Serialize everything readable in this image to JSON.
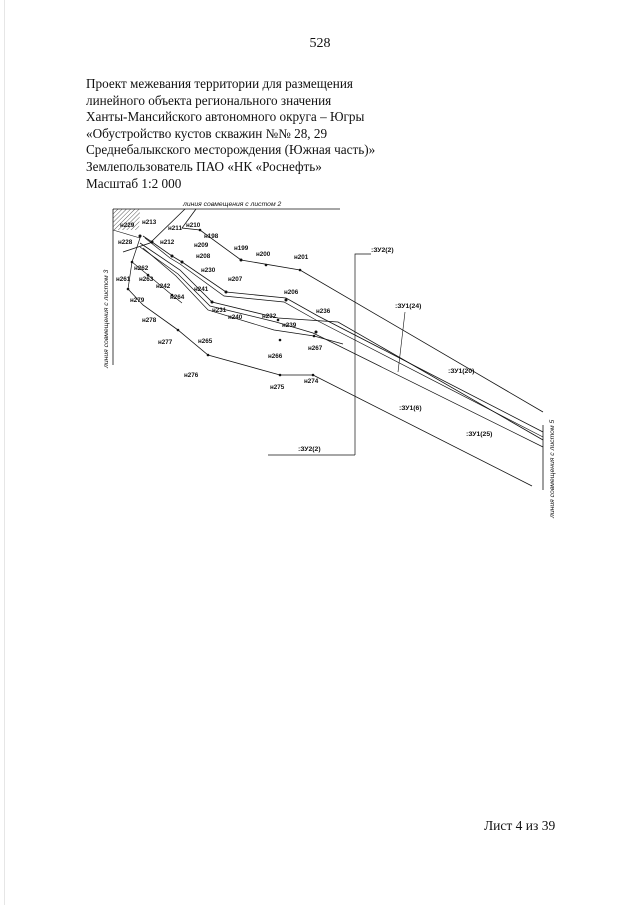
{
  "page": {
    "number": "528",
    "header_lines": [
      "Проект межевания территории для размещения",
      "линейного объекта регионального значения",
      "Ханты-Мансийского автономного округа – Югры",
      "«Обустройство кустов скважин №№ 28, 29",
      "Среднебалыкского месторождения (Южная часть)»",
      "Землепользователь ПАО «НК «Роснефть»",
      "Масштаб 1:2 000"
    ],
    "footer": "Лист  4 из 39"
  },
  "plan": {
    "captions": {
      "top": "линия совмещения с листом 2",
      "left": "линия совмещения с листом 3",
      "right": "линия совмещения с листом 5"
    },
    "zones": {
      "zu2_top": ":ЗУ2(2)",
      "zu2_bottom": ":ЗУ2(2)",
      "zu1_24": ":ЗУ1(24)",
      "zu1_20": ":ЗУ1(20)",
      "zu1_6": ":ЗУ1(6)",
      "zu1_25": ":ЗУ1(25)"
    },
    "points": {
      "n198": "н198",
      "n199": "н199",
      "n200": "н200",
      "n201": "н201",
      "n206": "н206",
      "n207": "н207",
      "n208": "н208",
      "n209": "н209",
      "n210": "н210",
      "n211": "н211",
      "n212": "н212",
      "n213": "н213",
      "n228": "н228",
      "n229": "н229",
      "n230": "н230",
      "n231": "н231",
      "n232": "н232",
      "n236": "н236",
      "n239": "н239",
      "n240": "н240",
      "n241": "н241",
      "n242": "н242",
      "n261": "н261",
      "n262": "н262",
      "n263": "н263",
      "n264": "н264",
      "n265": "н265",
      "n266": "н266",
      "n267": "н267",
      "n274": "н274",
      "n275": "н275",
      "n276": "н276",
      "n277": "н277",
      "n278": "н278",
      "n279": "н279"
    }
  }
}
